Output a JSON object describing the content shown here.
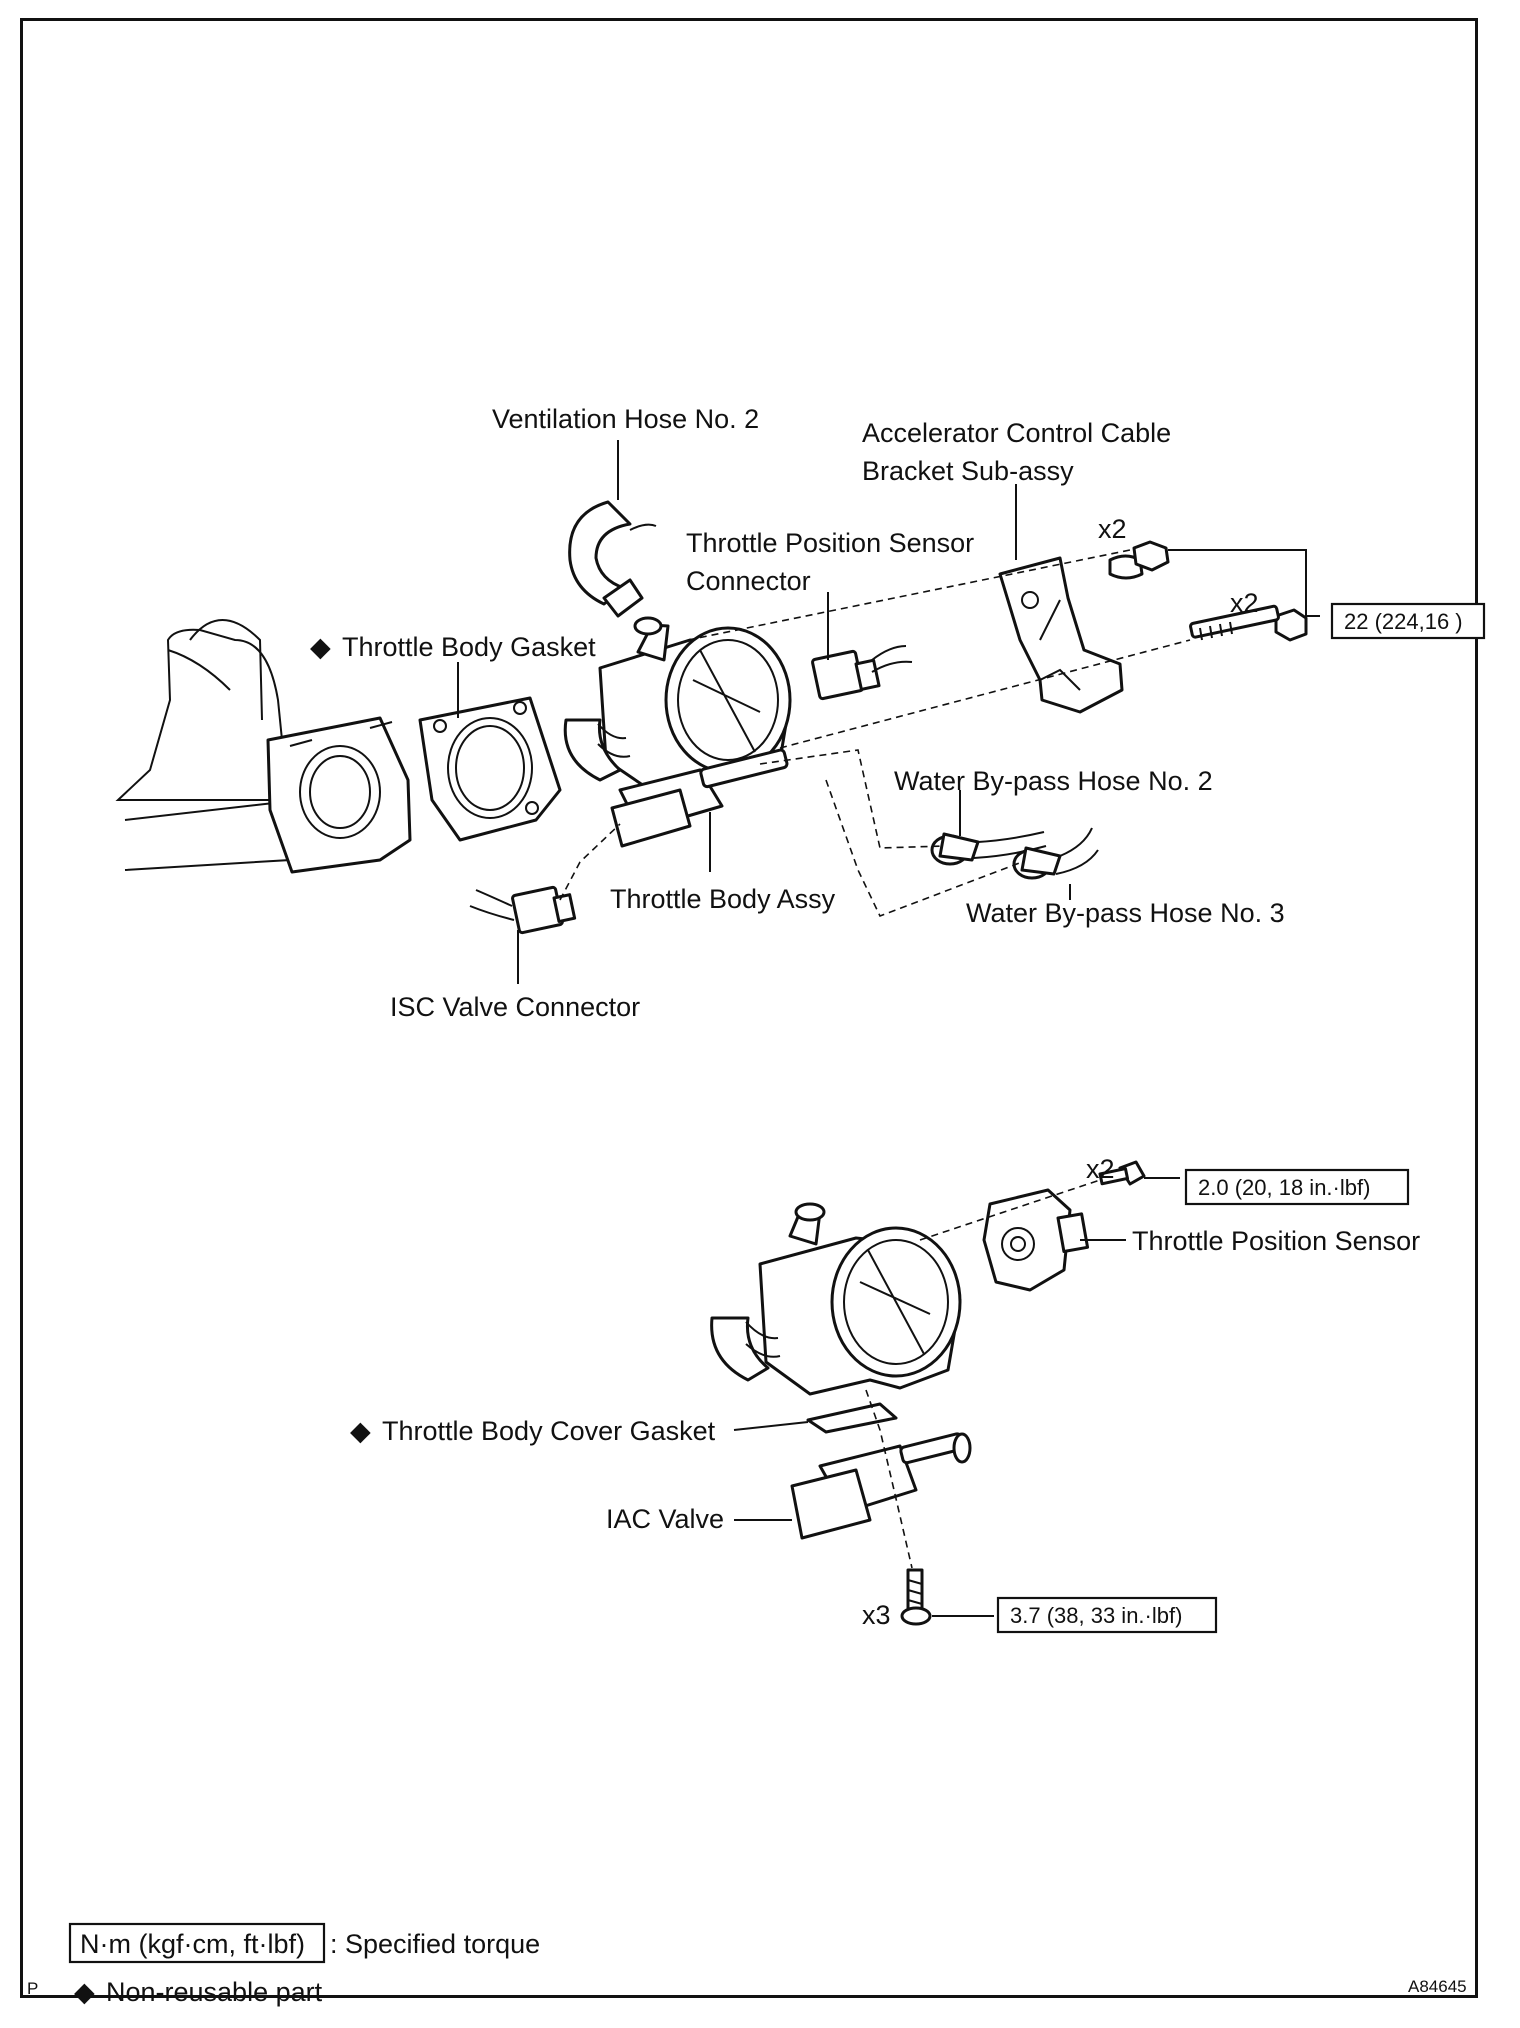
{
  "labels": {
    "ventilation_hose": "Ventilation Hose No. 2",
    "accel_bracket_1": "Accelerator Control Cable",
    "accel_bracket_2": "Bracket Sub-assy",
    "tps_connector_1": "Throttle Position Sensor",
    "tps_connector_2": "Connector",
    "throttle_body_gasket": "Throttle Body Gasket",
    "water_hose_2": "Water By-pass Hose No. 2",
    "water_hose_3": "Water By-pass Hose No. 3",
    "throttle_body_assy": "Throttle Body Assy",
    "isc_connector": "ISC Valve Connector",
    "throttle_position_sensor": "Throttle Position Sensor",
    "throttle_body_cover_gasket": "Throttle Body Cover Gasket",
    "iac_valve": "IAC Valve"
  },
  "quantities": {
    "nut_qty": "x2",
    "bolt_qty": "x2",
    "tps_screw_qty": "x2",
    "iac_screw_qty": "x3"
  },
  "torques": {
    "bracket": "22 (224,16 )",
    "tps": "2.0 (20, 18 in.·lbf)",
    "iac": "3.7 (38, 33 in.·lbf)"
  },
  "legend": {
    "torque_unit": "N·m (kgf·cm, ft·lbf)",
    "torque_text": ": Specified torque",
    "nonreusable_text": "Non-reusable part",
    "diamond": "◆"
  },
  "footer": {
    "left_mark": "P",
    "figure_id": "A84645"
  }
}
